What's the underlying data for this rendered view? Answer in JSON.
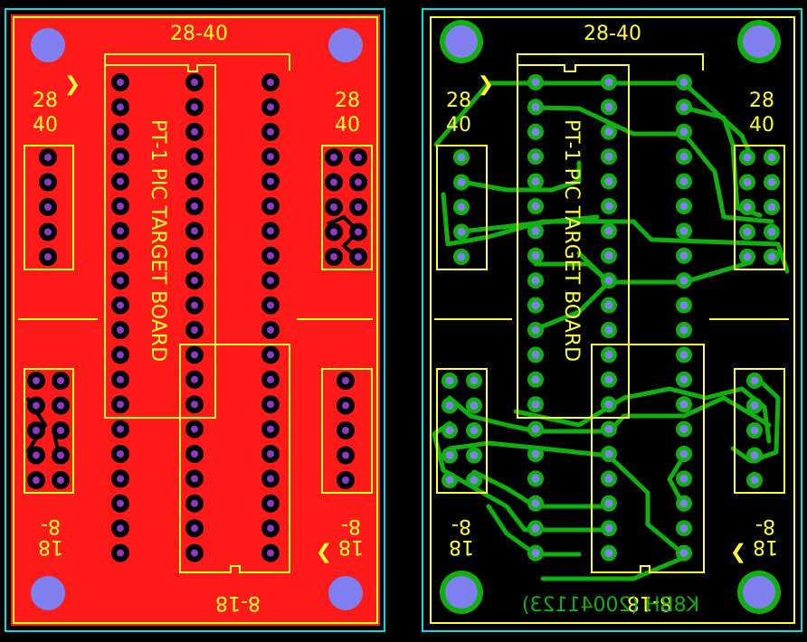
{
  "colors": {
    "background": "#000000",
    "board_outline": "#00e0e0",
    "silkscreen": "#ffff33",
    "top_copper": "#ff1a1a",
    "bottom_trace": "#10b010",
    "pad_ring_top": "#000000",
    "pad_hole": "#8a3cc8",
    "pad_inner_bottom": "#1eaa6e",
    "mounting_hole": "#8080f0"
  },
  "left_board": {
    "header_label": "28-40",
    "left_socket_label_line1": "28",
    "left_socket_label_line2": "40",
    "right_socket_label_line1": "28",
    "right_socket_label_line2": "40",
    "board_title": "PT-1 PIC TARGET BOARD",
    "bottom_left_label_line1": "8-",
    "bottom_left_label_line2": "18",
    "bottom_right_label_line1": "8-",
    "bottom_right_label_line2": "18",
    "bottom_center_label": "8-18",
    "pin1_marker_top": "❯",
    "pin1_marker_bottom": "❯"
  },
  "right_board": {
    "header_label": "28-40",
    "left_socket_label_line1": "28",
    "left_socket_label_line2": "40",
    "right_socket_label_line1": "28",
    "right_socket_label_line2": "40",
    "board_title": "PT-1 PIC TARGET BOARD",
    "bottom_left_label_line1": "8-",
    "bottom_left_label_line2": "18",
    "bottom_right_label_line1": "8-",
    "bottom_right_label_line2": "18",
    "bottom_center_label": "8-18",
    "copper_text": "K8BH (20041123)",
    "pin1_marker_top": "❯",
    "pin1_marker_bottom": "❯"
  }
}
